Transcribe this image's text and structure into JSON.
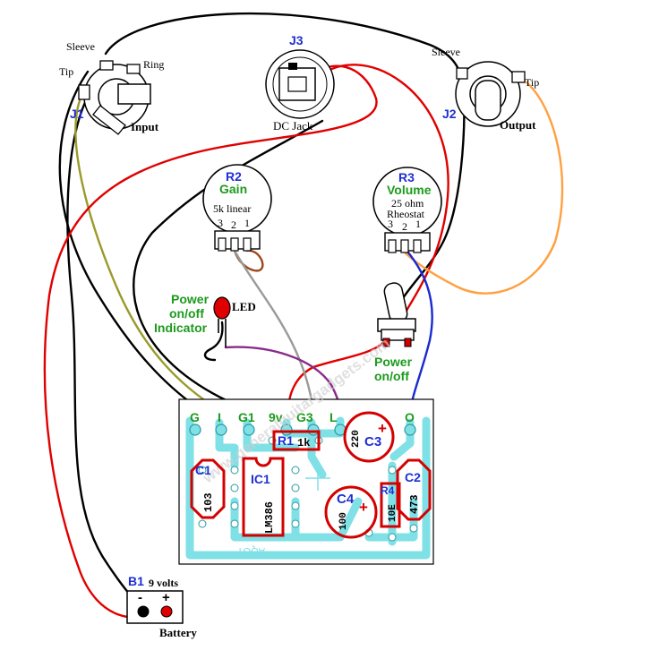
{
  "jacks": {
    "j1": {
      "id": "J1",
      "label": "Input",
      "sleeve": "Sleeve",
      "ring": "Ring",
      "tip": "Tip"
    },
    "j2": {
      "id": "J2",
      "label": "Output",
      "sleeve": "Sleeve",
      "tip": "Tip"
    },
    "j3": {
      "id": "J3",
      "label": "DC Jack"
    }
  },
  "pots": {
    "r2": {
      "id": "R2",
      "name": "Gain",
      "value": "5k  linear",
      "pin3": "3",
      "pin2": "2",
      "pin1": "1"
    },
    "r3": {
      "id": "R3",
      "name": "Volume",
      "value1": "25 ohm",
      "value2": "Rheostat",
      "pin3": "3",
      "pin2": "2",
      "pin1": "1"
    }
  },
  "led": {
    "label": "LED",
    "indicator": [
      "Power",
      "on/off",
      "Indicator"
    ]
  },
  "switch": {
    "label": [
      "Power",
      "on/off"
    ]
  },
  "board": {
    "pads": [
      "G",
      "I",
      "G1",
      "9v",
      "G3",
      "L",
      "O"
    ],
    "watermark": "www.generalguitargadgets.com",
    "corner_mark": "AQOT"
  },
  "components": {
    "c1": {
      "id": "C1",
      "value": "103"
    },
    "c2": {
      "id": "C2",
      "value": "473"
    },
    "c3": {
      "id": "C3",
      "value": "220"
    },
    "c4": {
      "id": "C4",
      "value": "100"
    },
    "r1": {
      "id": "R1",
      "value": "1k"
    },
    "r4": {
      "id": "R4",
      "value": "10E"
    },
    "ic1": {
      "id": "IC1",
      "value": "LM386"
    }
  },
  "battery": {
    "id": "B1",
    "voltage": "9 volts",
    "minus": "-",
    "plus": "+",
    "label": "Battery"
  },
  "colors": {
    "red_wire": "#e00000",
    "black_wire": "#000000",
    "olive_wire": "#9a9a2a",
    "orange_wire": "#ffa040",
    "brown_wire": "#9b4a1a",
    "gray_wire": "#9a9a9a",
    "purple_wire": "#8a2a8a",
    "blue_wire": "#1a2ad0",
    "pcb_trace": "#7fe0e6",
    "component_outline": "#d40000",
    "label_blue": "#1f2fd0",
    "label_green": "#1d9a1d"
  }
}
